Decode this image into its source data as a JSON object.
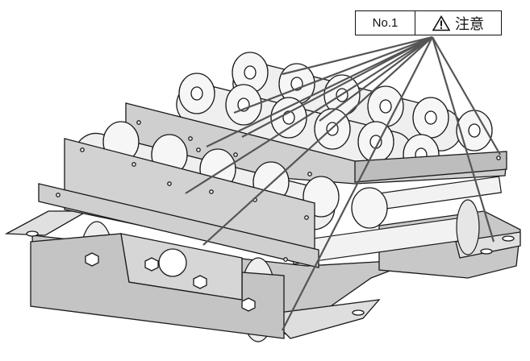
{
  "label": {
    "number": "No.1",
    "warning_text": "注意",
    "icon": "warning-triangle-icon"
  },
  "colors": {
    "line": "#1a1a1a",
    "callout_line": "#555555",
    "frame_light": "#d9d9d9",
    "frame_mid": "#bdbdbd",
    "frame_dark": "#9e9e9e",
    "roller": "#f4f4f4"
  },
  "callout_count": 10
}
